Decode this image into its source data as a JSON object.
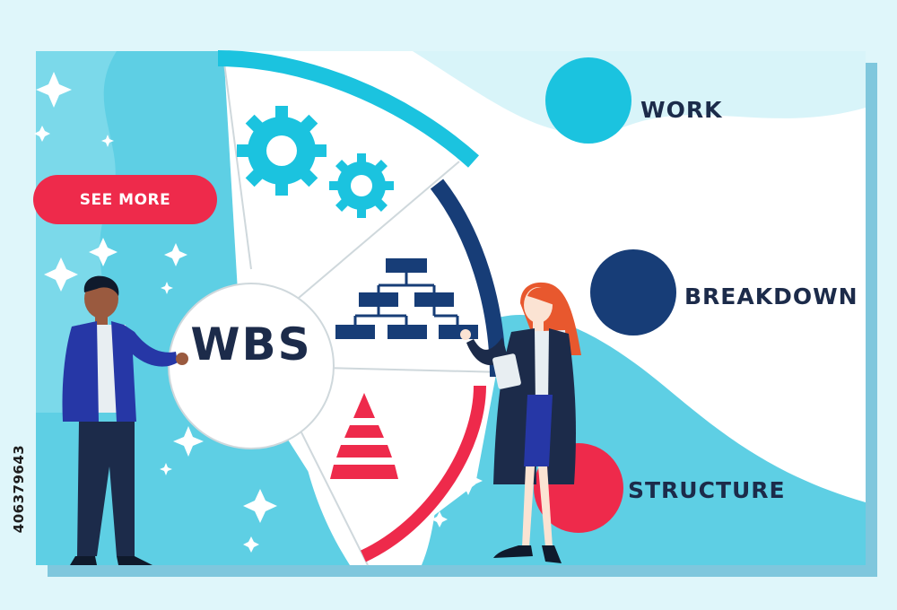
{
  "button": {
    "label": "SEE MORE"
  },
  "center_label": "WBS",
  "terms": [
    {
      "word": "WORK",
      "dot_color": "#1bc3df"
    },
    {
      "word": "BREAKDOWN",
      "dot_color": "#173d77"
    },
    {
      "word": "STRUCTURE",
      "dot_color": "#ee2a4b"
    }
  ],
  "stock_id": "406379643",
  "colors": {
    "background": "#dff6fa",
    "card": "#ffffff",
    "blob": "#5ecfe4",
    "accent_cyan": "#1bc3df",
    "accent_navy": "#173d77",
    "accent_red": "#ee2a4b",
    "text_dark": "#1c2b4a"
  },
  "icons": [
    "gear-icon",
    "org-chart-icon",
    "pyramid-icon",
    "sparkle-icon"
  ]
}
